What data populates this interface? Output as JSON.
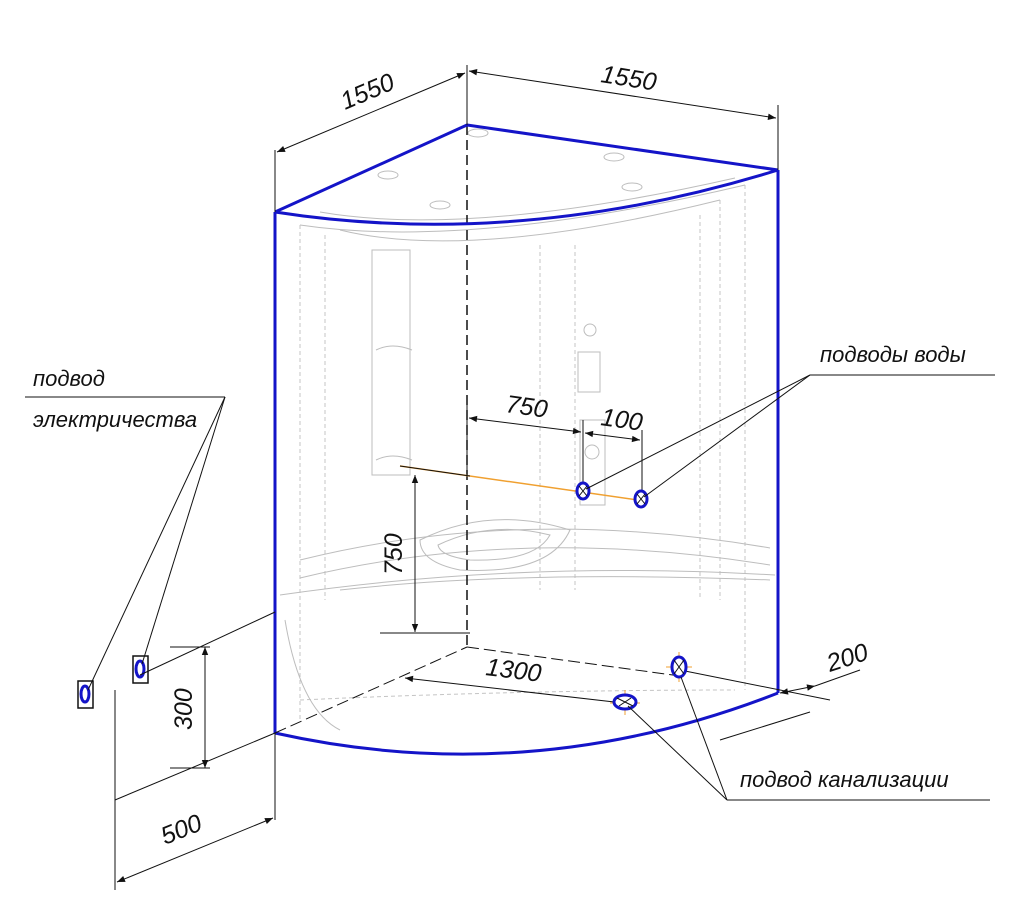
{
  "dimensions": {
    "width_left": "1550",
    "width_right": "1550",
    "water_offset": "750",
    "water_spacing": "100",
    "water_height": "750",
    "drain_offset": "1300",
    "drain_spacing": "200",
    "electric_height": "300",
    "electric_offset": "500"
  },
  "callouts": {
    "electric_line1": "подвод",
    "electric_line2": "электричества",
    "water": "подводы воды",
    "sewage": "подвод канализации"
  },
  "colors": {
    "frame": "#1414c8",
    "guide": "#f0a030",
    "ghost": "#bdbdbd"
  }
}
